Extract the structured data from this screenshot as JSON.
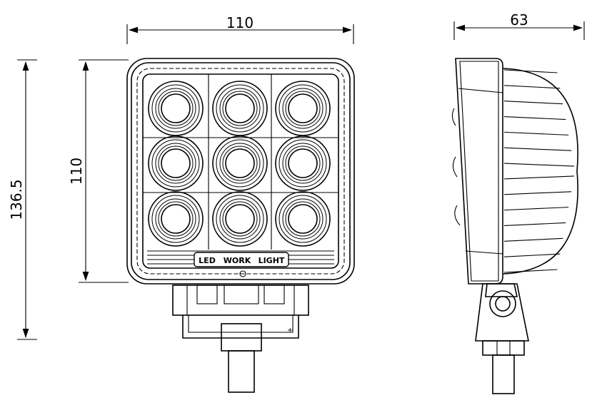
{
  "dimensions": {
    "front_width": "110",
    "side_depth": "63",
    "front_height_lens": "110",
    "front_height_total": "136.5"
  },
  "front_view": {
    "label_words": [
      "LED",
      "WORK",
      "LIGHT"
    ],
    "led_rows": 3,
    "led_cols": 3
  },
  "side_view": {
    "fin_count": 14
  }
}
